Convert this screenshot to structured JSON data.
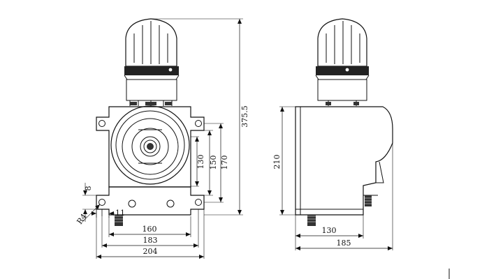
{
  "dimensions": {
    "total_height": "375.5",
    "h130": "130",
    "h150": "150",
    "h170": "170",
    "w160": "160",
    "w183": "183",
    "w204": "204",
    "hole_radius": "R4",
    "hole_spacing": "8",
    "plate_thickness": "11",
    "side_height": "210",
    "side_base_width": "130",
    "side_total_depth": "185"
  }
}
